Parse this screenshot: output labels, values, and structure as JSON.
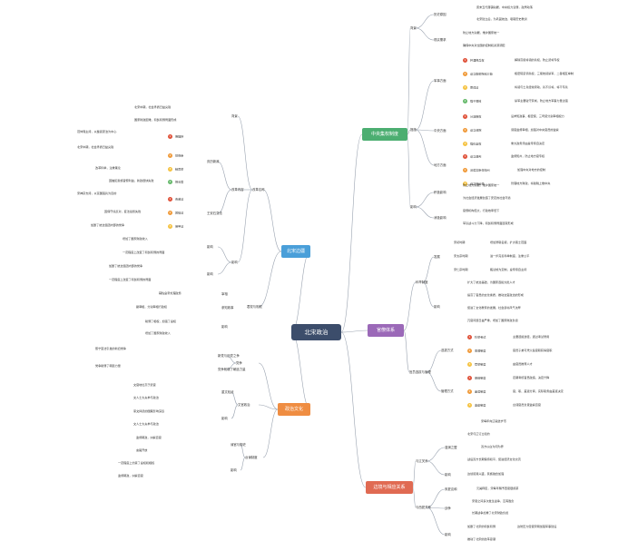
{
  "root": "北宋政治",
  "main": {
    "center": "中央集权制度",
    "officials": "官僚体系",
    "border": "北宋边疆",
    "culture": "政治文化",
    "bianjiang": "边境与相应关系"
  },
  "colors": {
    "root": "#3c4d6b",
    "center": "#4cae71",
    "officials": "#9b69b8",
    "border": "#4a9fd9",
    "culture": "#ef8d42",
    "bianjiang": "#e06a52",
    "line": "#9aa3b0",
    "n1": "#e0533b",
    "n2": "#f09a3a",
    "n3": "#f5c342",
    "n4": "#66b96b"
  },
  "right_top": {
    "bg": "背景",
    "bg1": "历史原因",
    "bg1a": "唐末五代藩镇割据，中央权力衰弱，政局动荡",
    "bg1b": "北宋建立后，为巩固统治，吸取历史教训",
    "bg2": "现实需求",
    "bg2a": "防止地方割据，维护国家统一",
    "bg2b": "确保中央对全国的控制和资源调配",
    "cs": "措施",
    "js": "军事方面",
    "js1": "杯酒释兵权",
    "js1t": "解除高级将领的兵权，防止武将专权",
    "js2": "设立枢密院和三衙",
    "js2t": "枢密院掌调兵权，三衙统领禁军，二者相互牵制",
    "js3": "更戍法",
    "js3t": "将领与士兵经常调动，兵不识将，将不专兵",
    "js4": "强干弱枝",
    "js4t": "禁军主要驻守京城，防止地方军事力量过强",
    "zy": "中央方面",
    "zy1": "分割相权",
    "zy1t": "设参知政事、枢密使、三司使分割宰相权力",
    "zy2": "设立谏院",
    "zy2t": "谏官监督宰相，加强对中央官员的监察",
    "zy3": "强化皇权",
    "zy3t": "重大政务须由皇帝亲自决定",
    "df": "地方方面",
    "df1": "设立通判",
    "df1t": "监督知州，防止地方官专权",
    "df2": "派遣文臣任知州",
    "df2t": "加强中央对地方的控制",
    "df3": "设立转运使",
    "df3t": "管理地方财政，将赋税上缴中央",
    "yx": "影响",
    "jj": "积极影响",
    "jj1": "防止地方割据，维护国家统一",
    "jj2": "为社会经济发展创造了安定的社会环境",
    "xj": "消极影响",
    "xj1": "官僚机构庞大，行政效率低下",
    "xj2": "军队战斗力下降，积贫积弱局面逐渐形成"
  },
  "right_mid": {
    "kj": "科举制度",
    "fz": "发展",
    "fz1": "宋初时期",
    "fz1t": "增加录取名额，扩大取士范围",
    "fz2": "宋太宗时期",
    "fz2t": "进一步完善科举制度，注重公平",
    "fz3": "宋仁宗时期",
    "fz3t": "殿试成为定制，皇帝亲自主持",
    "yx": "影响",
    "yx1": "扩大了统治基础，为国家选拔大批人才",
    "yx2": "提高了官员的文化素质，推动文官政治的形成",
    "yx3": "促进了文化教育的发展，社会读书风气浓厚",
    "yx4": "冗官问题日益严重，增加了国家财政负担",
    "gl": "官员选拔与管理",
    "xb": "选拔方式",
    "xb1": "科举考试",
    "xb1t": "主要选拔途径，通过考试录用",
    "xb2": "恩荫制度",
    "xb2t": "官员子弟可凭父辈官职获得官职",
    "xb3": "荐举制度",
    "xb3t": "由官员推荐人才",
    "gla": "管理方式",
    "gl1": "磨勘制度",
    "gl1t": "定期考核官员政绩，决定升降",
    "gl2": "差遣制度",
    "gl2t": "官、职、差遣分离，实际职务由差遣决定",
    "gl3": "监察制度",
    "gl3t": "台谏官员负责监察百官"
  },
  "right_bottom": {
    "ls": "与辽关系",
    "sy": "澶渊之盟",
    "sy1": "北宋与辽订立和约",
    "sy2": "宋每年向辽输送岁币",
    "sy3": "双方以白沟河为界",
    "syt": "战后双方长期保持和平，促进经济文化交流",
    "sya": "影响",
    "syat": "边境贸易兴盛，民族融合加强",
    "xx": "与西夏关系",
    "xx1": "宋夏议和",
    "xx1t": "元昊称臣，宋每年赐予西夏银绢茶",
    "zl": "战争",
    "zl1": "宋夏之间多次发生战争，互有胜负",
    "zl2": "长期战争加重了北宋财政负担",
    "zla": "影响",
    "zl3": "加剧了北宋的积贫积弱",
    "zl4": "推动了北宋的改革思潮",
    "zl5": "边防压力促使宋朝加强军事建设"
  },
  "left_top": {
    "bg": "背景",
    "bg1": "北宋中期，社会矛盾日益尖锐",
    "bg2": "国家财政困难，积贫积弱局面形成",
    "fl": "改革内容",
    "qy": "庆历新政",
    "qy0": "范仲淹主持，以整顿吏治为中心",
    "qy1": "明黜陟",
    "qy2": "抑侥幸",
    "qy3": "精贡举",
    "qy3t": "改革科举，注重策论",
    "qy4": "择长官",
    "qyt": "因触犯贵族官僚利益，新政很快失败",
    "wa": "王安石变法",
    "wa0": "宋神宗支持，以富国强兵为目的",
    "wa1": "青苗法",
    "wa2": "募役法",
    "wa3": "保甲法",
    "wat": "因保守派反对，变法最终失败",
    "yx": "影响",
    "yx1": "增加了国家财政收入",
    "yx2": "一定程度上改变了积贫积弱的局面",
    "yx3": "加剧了统治集团内部的党争",
    "hx": "改革名称"
  },
  "left_mid": {
    "fs": "君权与相权",
    "fs1": "宰相",
    "fs1t": "辅佐皇帝处理政务",
    "fs2": "参知政事",
    "fs2t": "副宰相，分割宰相行政权",
    "fs3": "影响",
    "fs3t": "削弱了相权，加强了皇权"
  },
  "left_bottom": {
    "zc": "党争",
    "zc1": "新党与旧党之争",
    "zc2": "熙宁变法引发的新旧党争",
    "zc3": "党争削弱了朝廷力量",
    "wz": "文官政治",
    "wz1": "重文轻武",
    "wz2": "文官地位高于武官",
    "wz3": "文人士大夫参与政治",
    "wz4": "崇文抑武的国策影响深远",
    "ts": "台谏制度",
    "ts1": "谏官与御史",
    "ts2": "监督朝政，纠察百官",
    "ts3": "言路开放",
    "ts4": "一定程度上约束了皇权和相权"
  }
}
